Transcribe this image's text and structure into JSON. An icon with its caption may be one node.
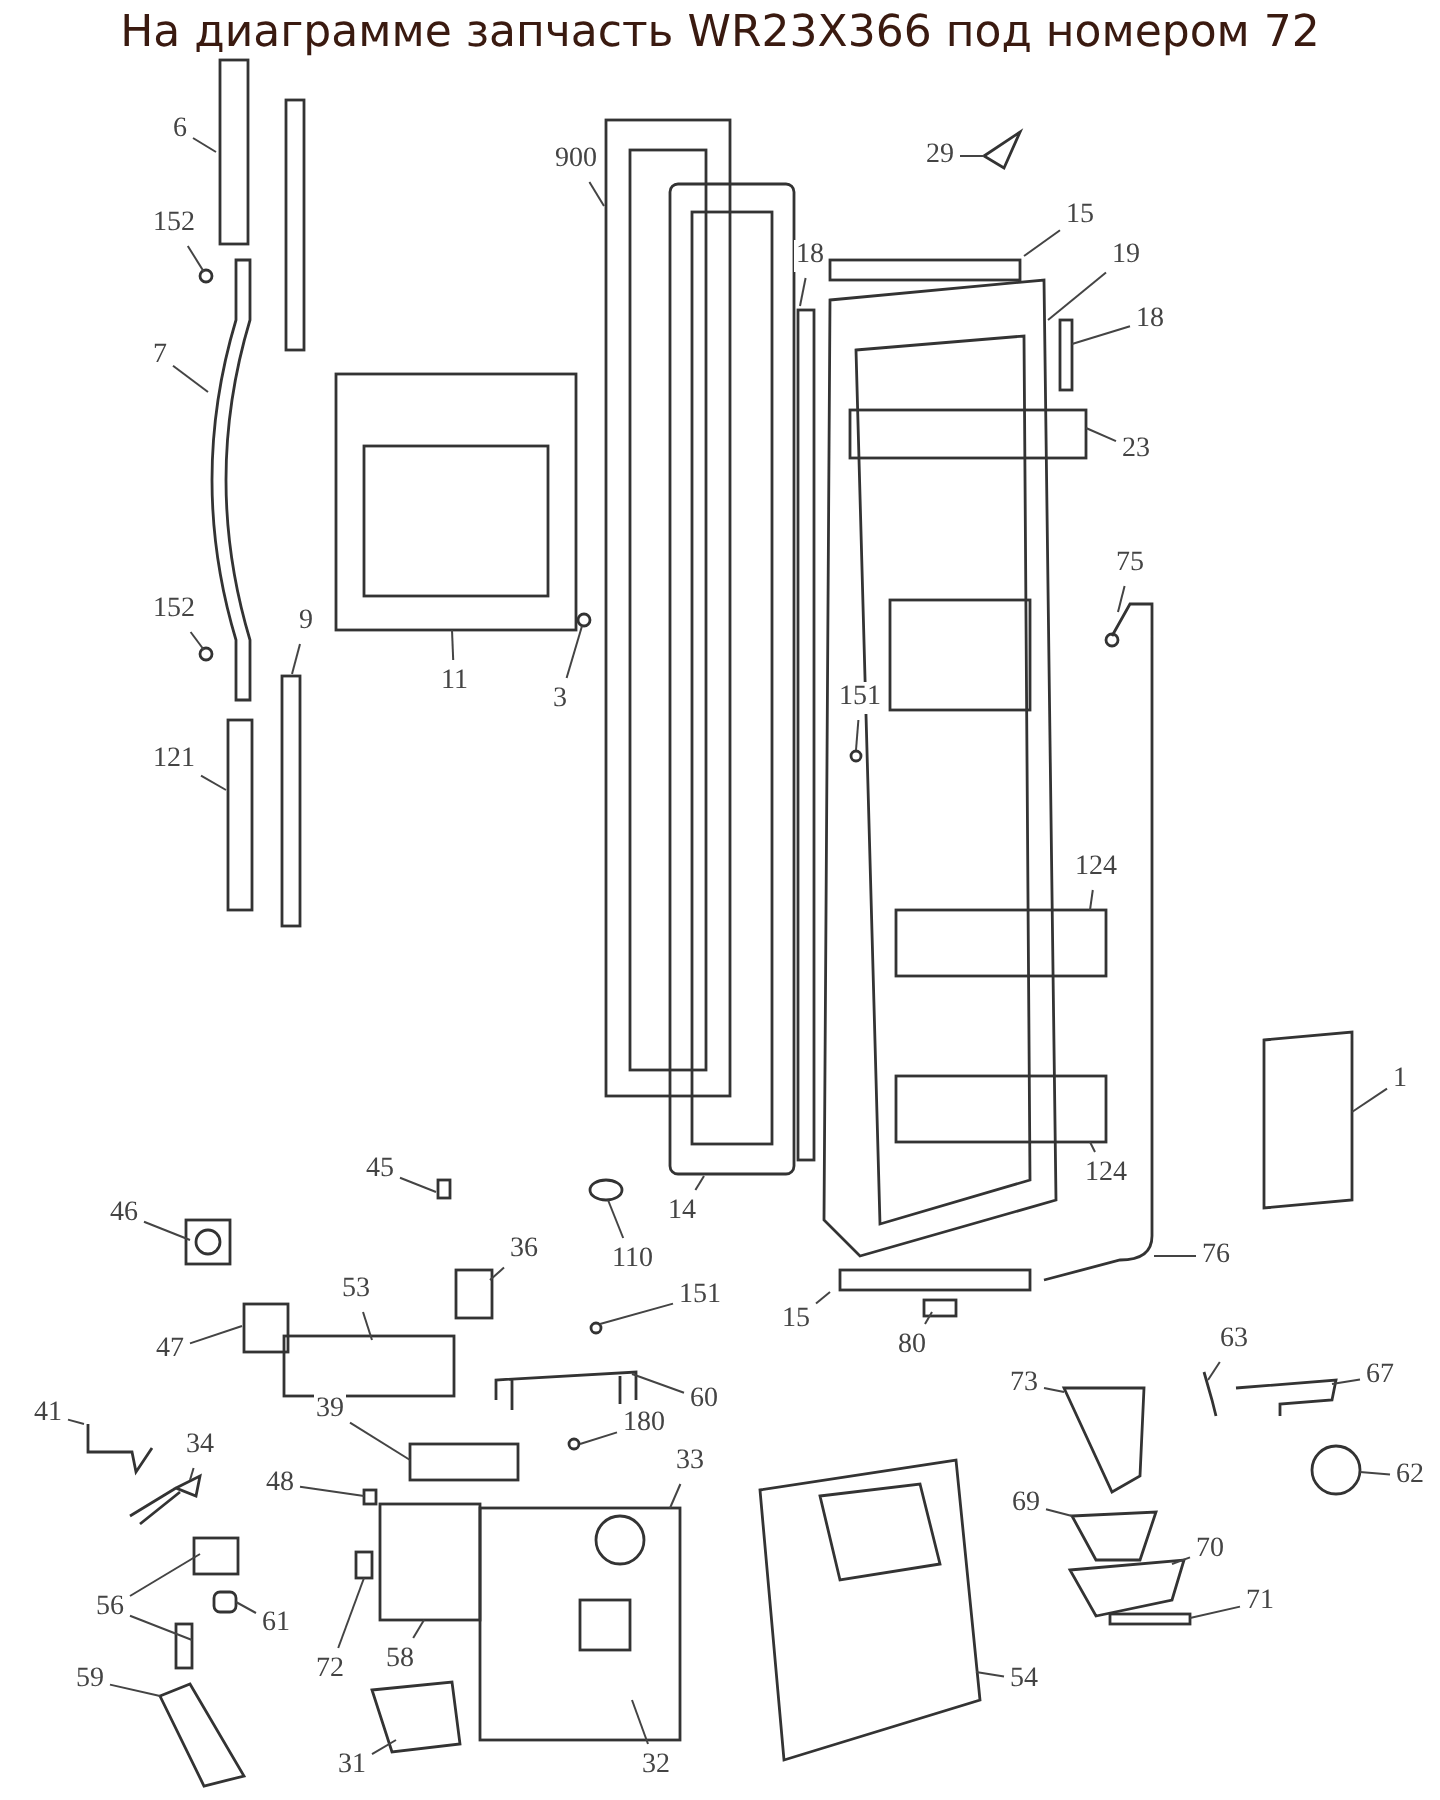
{
  "diagram": {
    "title": "На диаграмме запчасть WR23X366 под номером 72",
    "nodes": [
      {
        "text": [
          "6"
        ]
      },
      {
        "text": [
          "900"
        ]
      },
      {
        "text": [
          "29"
        ]
      },
      {
        "text": [
          "15"
        ]
      },
      {
        "text": [
          "152"
        ]
      },
      {
        "text": [
          "19"
        ]
      },
      {
        "text": [
          "18"
        ]
      },
      {
        "text": [
          "18"
        ]
      },
      {
        "text": [
          "7"
        ]
      },
      {
        "text": [
          "23"
        ]
      },
      {
        "text": [
          "75"
        ]
      },
      {
        "text": [
          "152"
        ]
      },
      {
        "text": [
          "9"
        ]
      },
      {
        "text": [
          "11"
        ]
      },
      {
        "text": [
          "3"
        ]
      },
      {
        "text": [
          "151"
        ]
      },
      {
        "text": [
          "121"
        ]
      },
      {
        "text": [
          "124"
        ]
      },
      {
        "text": [
          "1"
        ]
      },
      {
        "text": [
          "124"
        ]
      },
      {
        "text": [
          "45"
        ]
      },
      {
        "text": [
          "14"
        ]
      },
      {
        "text": [
          "46"
        ]
      },
      {
        "text": [
          "36"
        ]
      },
      {
        "text": [
          "110"
        ]
      },
      {
        "text": [
          "76"
        ]
      },
      {
        "text": [
          "53"
        ]
      },
      {
        "text": [
          "15"
        ]
      },
      {
        "text": [
          "151"
        ]
      },
      {
        "text": [
          "63"
        ]
      },
      {
        "text": [
          "80"
        ]
      },
      {
        "text": [
          "47"
        ]
      },
      {
        "text": [
          "67"
        ]
      },
      {
        "text": [
          "73"
        ]
      },
      {
        "text": [
          "60"
        ]
      },
      {
        "text": [
          "41"
        ]
      },
      {
        "text": [
          "34"
        ]
      },
      {
        "text": [
          "39"
        ]
      },
      {
        "text": [
          "180"
        ]
      },
      {
        "text": [
          "33"
        ]
      },
      {
        "text": [
          "62"
        ]
      },
      {
        "text": [
          "48"
        ]
      },
      {
        "text": [
          "61"
        ]
      },
      {
        "text": [
          "69"
        ]
      },
      {
        "text": [
          "70"
        ]
      },
      {
        "text": [
          "56"
        ]
      },
      {
        "text": [
          "71"
        ]
      },
      {
        "text": [
          "58"
        ]
      },
      {
        "text": [
          "72"
        ]
      },
      {
        "text": [
          "59"
        ]
      },
      {
        "text": [
          "54"
        ]
      },
      {
        "text": [
          "31"
        ]
      },
      {
        "text": [
          "32"
        ]
      }
    ],
    "edges": [
      {
        "from": 0,
        "to": null,
        "arrow": "none"
      },
      {
        "from": 1,
        "to": null,
        "arrow": "none"
      },
      {
        "from": 2,
        "to": null,
        "arrow": "none"
      },
      {
        "from": 3,
        "to": null,
        "arrow": "none"
      },
      {
        "from": 4,
        "to": null,
        "arrow": "none"
      },
      {
        "from": 5,
        "to": null,
        "arrow": "none"
      },
      {
        "from": 6,
        "to": null,
        "arrow": "none"
      },
      {
        "from": 7,
        "to": null,
        "arrow": "none"
      },
      {
        "from": 8,
        "to": null,
        "arrow": "none"
      },
      {
        "from": 9,
        "to": null,
        "arrow": "none"
      },
      {
        "from": 10,
        "to": null,
        "arrow": "none"
      },
      {
        "from": 11,
        "to": null,
        "arrow": "none"
      },
      {
        "from": 12,
        "to": null,
        "arrow": "none"
      },
      {
        "from": 13,
        "to": null,
        "arrow": "none"
      },
      {
        "from": 14,
        "to": null,
        "arrow": "none"
      },
      {
        "from": 15,
        "to": null,
        "arrow": "none"
      },
      {
        "from": 16,
        "to": null,
        "arrow": "none"
      },
      {
        "from": 17,
        "to": null,
        "arrow": "none"
      },
      {
        "from": 18,
        "to": null,
        "arrow": "none"
      },
      {
        "from": 19,
        "to": null,
        "arrow": "none"
      },
      {
        "from": 20,
        "to": null,
        "arrow": "none"
      },
      {
        "from": 21,
        "to": null,
        "arrow": "none"
      },
      {
        "from": 22,
        "to": null,
        "arrow": "none"
      },
      {
        "from": 23,
        "to": null,
        "arrow": "none"
      },
      {
        "from": 24,
        "to": null,
        "arrow": "none"
      },
      {
        "from": 25,
        "to": null,
        "arrow": "none"
      },
      {
        "from": 26,
        "to": null,
        "arrow": "none"
      },
      {
        "from": 27,
        "to": null,
        "arrow": "none"
      },
      {
        "from": 28,
        "to": null,
        "arrow": "none"
      },
      {
        "from": 29,
        "to": null,
        "arrow": "none"
      },
      {
        "from": 30,
        "to": null,
        "arrow": "none"
      },
      {
        "from": 31,
        "to": null,
        "arrow": "none"
      },
      {
        "from": 32,
        "to": null,
        "arrow": "none"
      },
      {
        "from": 33,
        "to": null,
        "arrow": "none"
      },
      {
        "from": 34,
        "to": null,
        "arrow": "none"
      },
      {
        "from": 35,
        "to": null,
        "arrow": "none"
      },
      {
        "from": 36,
        "to": null,
        "arrow": "none"
      },
      {
        "from": 37,
        "to": null,
        "arrow": "none"
      },
      {
        "from": 38,
        "to": null,
        "arrow": "none"
      },
      {
        "from": 39,
        "to": null,
        "arrow": "none"
      },
      {
        "from": 40,
        "to": null,
        "arrow": "none"
      },
      {
        "from": 41,
        "to": null,
        "arrow": "none"
      },
      {
        "from": 42,
        "to": null,
        "arrow": "none"
      },
      {
        "from": 43,
        "to": null,
        "arrow": "none"
      },
      {
        "from": 44,
        "to": null,
        "arrow": "none"
      },
      {
        "from": 45,
        "to": null,
        "arrow": "none"
      },
      {
        "from": 45,
        "to": null,
        "arrow": "none"
      },
      {
        "from": 46,
        "to": null,
        "arrow": "none"
      },
      {
        "from": 47,
        "to": null,
        "arrow": "none"
      },
      {
        "from": 48,
        "to": null,
        "arrow": "none"
      },
      {
        "from": 49,
        "to": null,
        "arrow": "none"
      },
      {
        "from": 50,
        "to": null,
        "arrow": "none"
      },
      {
        "from": 51,
        "to": null,
        "arrow": "none"
      },
      {
        "from": 52,
        "to": null,
        "arrow": "none"
      }
    ]
  }
}
